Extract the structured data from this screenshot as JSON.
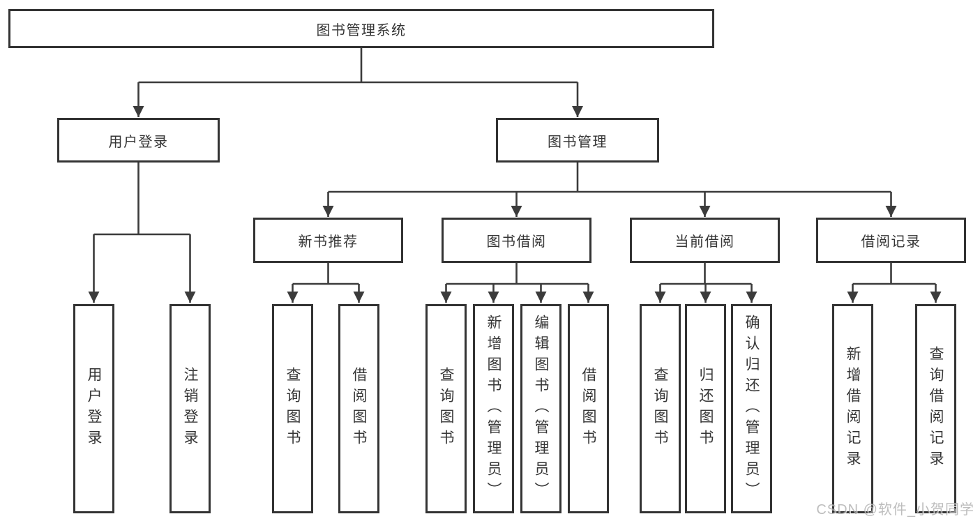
{
  "nodes": {
    "root": "图书管理系统",
    "level2": [
      "用户登录",
      "图书管理"
    ],
    "level3": [
      "新书推荐",
      "图书借阅",
      "当前借阅",
      "借阅记录"
    ],
    "leaves": {
      "user_login": [
        "用户登录",
        "注销登录"
      ],
      "new_book_recommend": [
        "查询图书",
        "借阅图书"
      ],
      "book_borrowing": [
        "查询图书",
        "新增图书（管理员）",
        "编辑图书（管理员）",
        "借阅图书"
      ],
      "current_borrowing": [
        "查询图书",
        "归还图书",
        "确认归还（管理员）"
      ],
      "borrowing_records": [
        "新增借阅记录",
        "查询借阅记录"
      ]
    }
  },
  "watermark": "CSDN @软件_小贺同学",
  "colors": {
    "bg": "#ffffff",
    "box_border": "#333333",
    "line": "#3b3b3b",
    "text": "#363636",
    "watermark": "#a8a8a8"
  }
}
